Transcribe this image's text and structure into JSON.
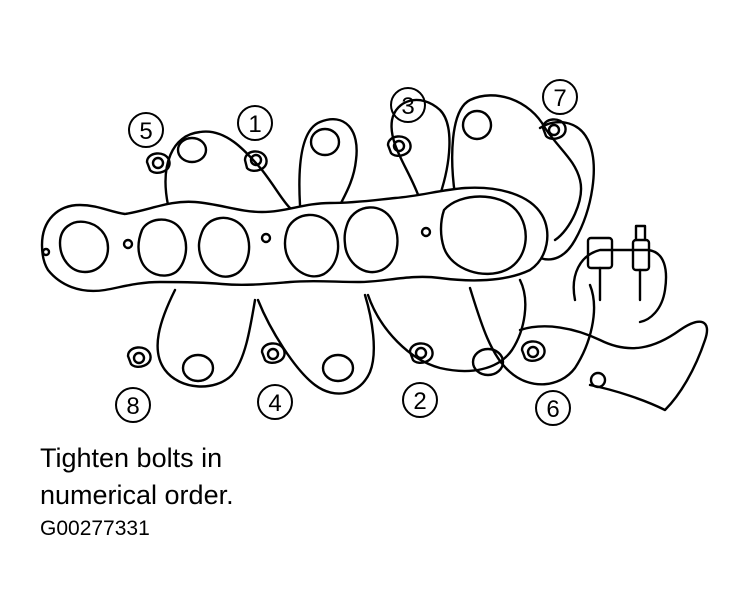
{
  "caption": {
    "line1": "Tighten bolts in",
    "line2": "numerical order."
  },
  "figure_id": "G00277331",
  "bolt_labels": [
    "1",
    "2",
    "3",
    "4",
    "5",
    "6",
    "7",
    "8"
  ]
}
